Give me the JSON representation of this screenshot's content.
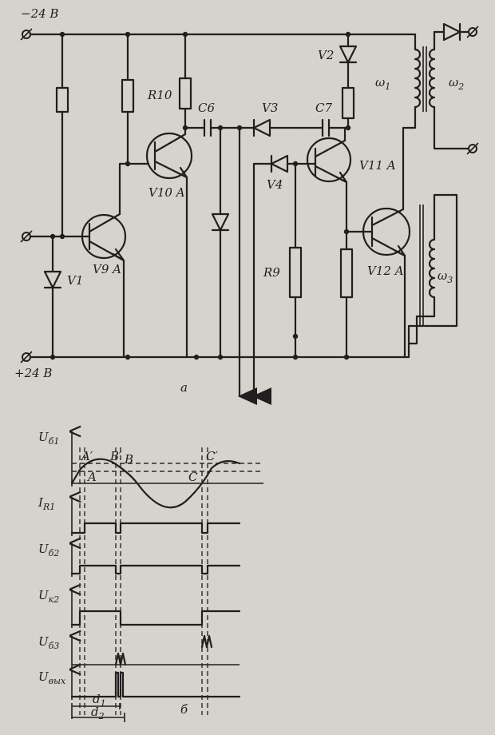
{
  "circuit": {
    "terminal_neg": "−24 В",
    "terminal_pos": "+24 В",
    "part_label": "а",
    "r10": "R10",
    "r9": "R9",
    "c6": "C6",
    "c7": "C7",
    "v1": "V1",
    "v2": "V2",
    "v3": "V3",
    "v4": "V4",
    "v9a": "V9 A",
    "v10a": "V10 A",
    "v11a": "V11 A",
    "v12a": "V12 A",
    "w1": "ω",
    "w1_sub": "1",
    "w2": "ω",
    "w2_sub": "2",
    "w3": "ω",
    "w3_sub": "3"
  },
  "timing": {
    "part_label": "б",
    "traces": [
      {
        "main": "U",
        "sub": "б1"
      },
      {
        "main": "I",
        "sub": "R1"
      },
      {
        "main": "U",
        "sub": "б2"
      },
      {
        "main": "U",
        "sub": "к2"
      },
      {
        "main": "U",
        "sub": "б3"
      },
      {
        "main": "U",
        "sub": "вых"
      }
    ],
    "points": {
      "a_prime": "A′",
      "a": "A",
      "b_prime": "B′",
      "b": "B",
      "c_prime": "C′",
      "c": "C"
    },
    "d1": "d",
    "d1_sub": "1",
    "d2": "d",
    "d2_sub": "2"
  }
}
